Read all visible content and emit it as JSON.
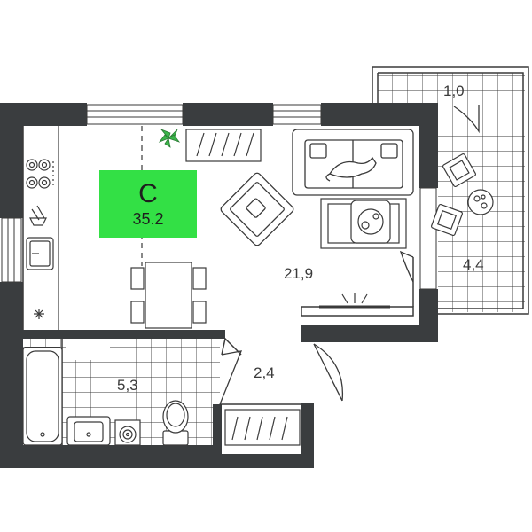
{
  "apartment": {
    "type_letter": "С",
    "total_area": "35.2"
  },
  "rooms": [
    {
      "id": "living",
      "area": "21,9"
    },
    {
      "id": "bathroom",
      "area": "5,3"
    },
    {
      "id": "hallway",
      "area": "2,4"
    },
    {
      "id": "balcony-top",
      "area": "1,0"
    },
    {
      "id": "balcony-side",
      "area": "4,4"
    }
  ],
  "colors": {
    "walls": "#3a3d3f",
    "lines": "#3a3a3a",
    "badge": "#33e045",
    "plant": "#3ab54a"
  }
}
